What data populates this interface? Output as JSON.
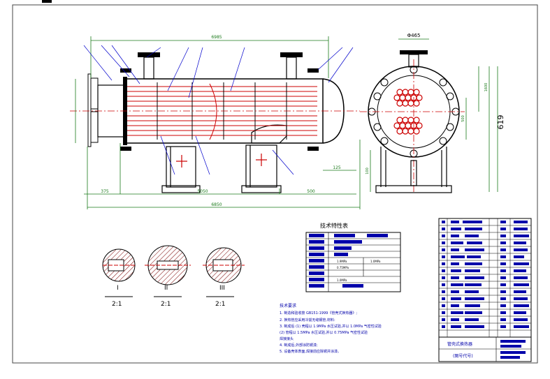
{
  "colors": {
    "outline": "#000000",
    "tube": "#cc0000",
    "dimension": "#1a7a1a",
    "leader": "#0000cc",
    "hatch": "#7a0000",
    "table_fill": "#0000aa",
    "frame": "#444444"
  },
  "front_view": {
    "dim_top": [
      "6985"
    ],
    "dim_bottom": [
      "375",
      "5050",
      "500",
      "6850"
    ],
    "dim_side": [
      "125"
    ]
  },
  "side_view": {
    "dim_diameter": "Φ465",
    "dim_height": "619",
    "dim_vertical": [
      "1600",
      "500",
      "100"
    ]
  },
  "sections": [
    {
      "roman": "I",
      "scale": "2:1"
    },
    {
      "roman": "II",
      "scale": "2:1"
    },
    {
      "roman": "III",
      "scale": "2:1"
    }
  ],
  "spec_table": {
    "title": "技术特性表",
    "row_texts": [
      "1.9MPa",
      "1.0MPa",
      "0.75MPa",
      "1.0MPa"
    ]
  },
  "requirements": {
    "title": "技术要求",
    "lines": [
      "1. 制造和验收按 GB151-1999《管壳式换热器》;",
      "2. 换热管应采用冷拔无缝钢管,材料:",
      "3. 制成后 (1) 壳程以 1.9MPa 水压试验,并以 1.0MPa 气密性试验",
      "         (2) 管程以 1.5MPa 水压试验,并以 0.75MPa 气密性试验",
      "焊接接头",
      "4. 制成后,外部涂防锈漆;",
      "5. 设备壳体表面,焊接前应除锈并涂漆。"
    ]
  },
  "title_block": {
    "name": "管壳式换热器",
    "drawing_no": "(图号代号)"
  }
}
